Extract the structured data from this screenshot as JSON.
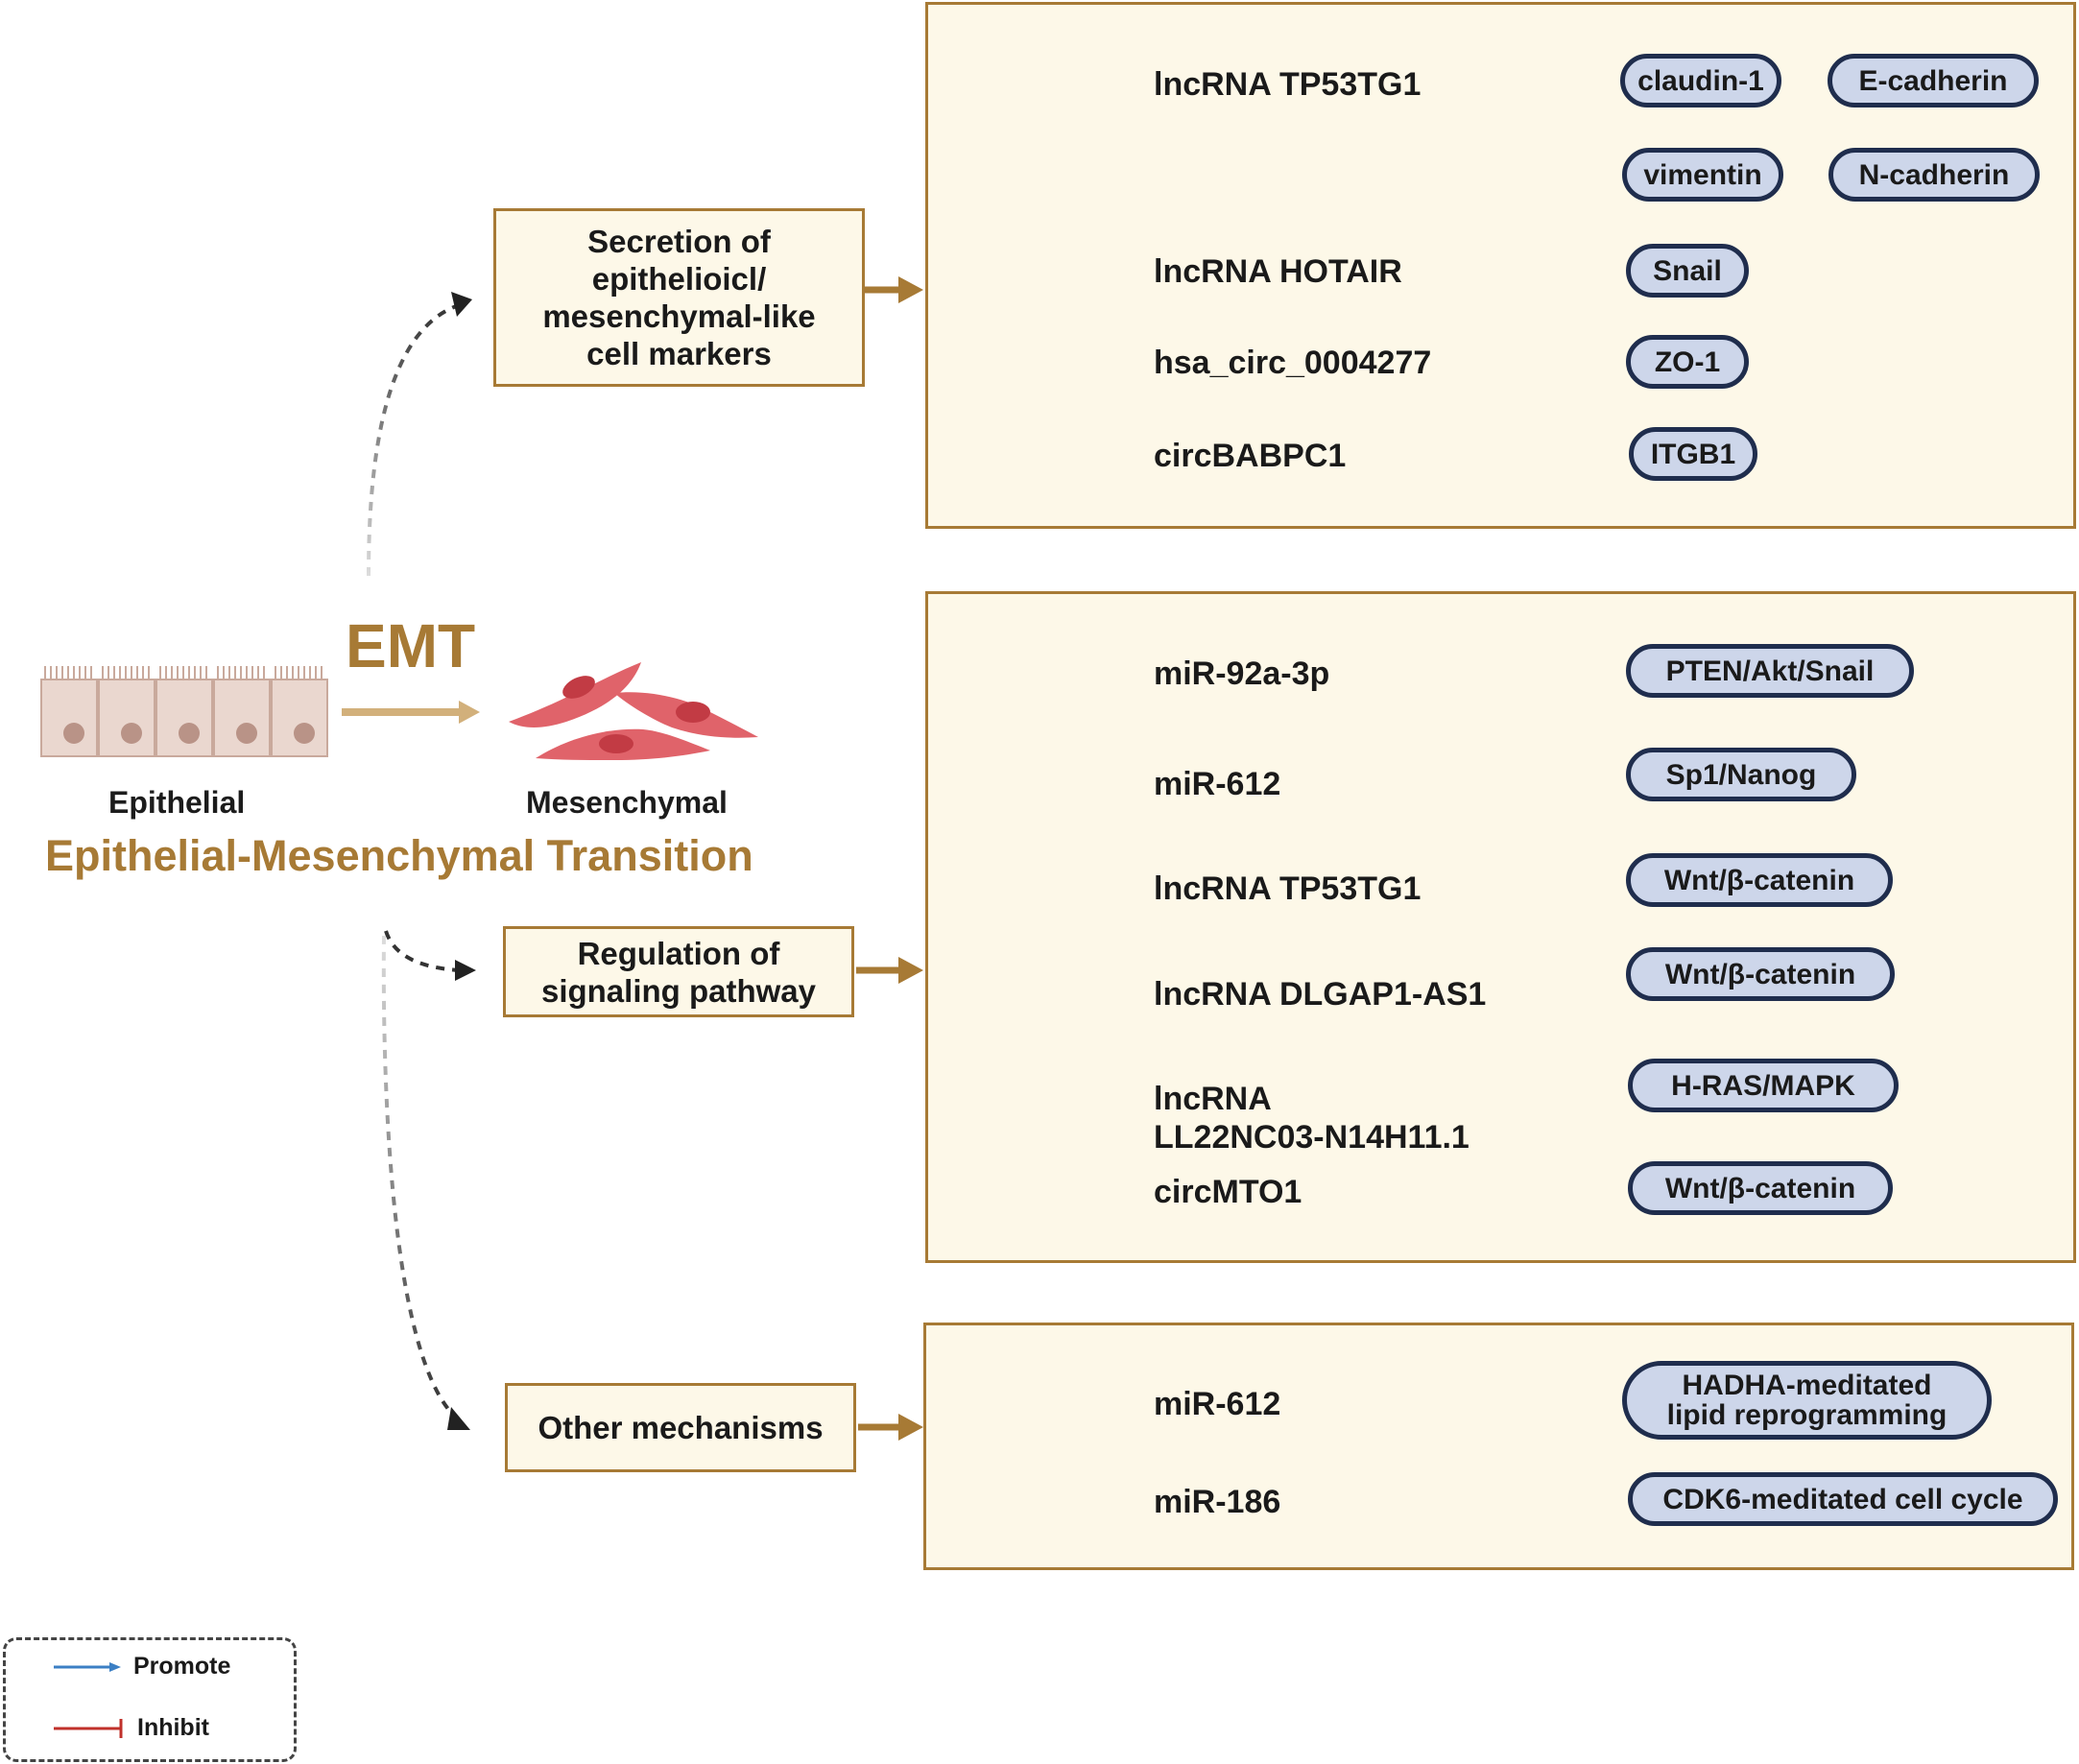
{
  "process": {
    "abbrev": "EMT",
    "epithelial_label": "Epithelial",
    "mesenchymal_label": "Mesenchymal",
    "full_name": "Epithelial-Mesenchymal Transition"
  },
  "categories": [
    {
      "label": "Secretion of\nepithelioicl/\nmesenchymal-like\ncell markers"
    },
    {
      "label": "Regulation of\nsignaling pathway"
    },
    {
      "label": "Other mechanisms"
    }
  ],
  "panels": [
    {
      "rows": [
        {
          "icon": "lncrna-icon",
          "regulator": "lncRNA TP53TG1",
          "effect": "promote",
          "targets": [
            "claudin-1",
            "E-cadherin"
          ]
        },
        {
          "icon": "",
          "regulator": "",
          "effect": "inhibit",
          "targets": [
            "vimentin",
            "N-cadherin"
          ]
        },
        {
          "icon": "lncrna-icon",
          "regulator": "lncRNA HOTAIR",
          "effect": "inhibit",
          "targets": [
            "Snail"
          ]
        },
        {
          "icon": "circrna-icon",
          "regulator": "hsa_circ_0004277",
          "effect": "inhibit",
          "targets": [
            "ZO-1"
          ]
        },
        {
          "icon": "circrna-icon",
          "regulator": "circBABPC1",
          "effect": "inhibit",
          "targets": [
            "ITGB1"
          ]
        }
      ]
    },
    {
      "rows": [
        {
          "icon": "mirna-icon",
          "regulator": "miR-92a-3p",
          "effect": "inhibit",
          "targets": [
            "PTEN/Akt/Snail"
          ]
        },
        {
          "icon": "mirna-icon",
          "regulator": "miR-612",
          "effect": "inhibit",
          "targets": [
            "Sp1/Nanog"
          ]
        },
        {
          "icon": "lncrna-icon",
          "regulator": "lncRNA TP53TG1",
          "effect": "inhibit",
          "targets": [
            "Wnt/β-catenin"
          ]
        },
        {
          "icon": "lncrna-icon",
          "regulator": "lncRNA DLGAP1-AS1",
          "effect": "promote",
          "targets": [
            "Wnt/β-catenin"
          ]
        },
        {
          "icon": "lncrna-icon",
          "regulator": "lncRNA\nLL22NC03-N14H11.1",
          "effect": "inhibit",
          "targets": [
            "H-RAS/MAPK"
          ]
        },
        {
          "icon": "circrna-icon",
          "regulator": "circMTO1",
          "effect": "inhibit",
          "targets": [
            "Wnt/β-catenin"
          ]
        }
      ]
    },
    {
      "rows": [
        {
          "icon": "mirna-icon",
          "regulator": "miR-612",
          "effect": "inhibit",
          "targets": [
            "HADHA-meditated\nlipid reprogramming"
          ]
        },
        {
          "icon": "mirna-icon",
          "regulator": "miR-186",
          "effect": "inhibit",
          "targets": [
            "CDK6-meditated cell cycle"
          ]
        }
      ]
    }
  ],
  "legend": {
    "promote_label": "Promote",
    "inhibit_label": "Inhibit"
  },
  "colors": {
    "promote": "#3b7fc4",
    "inhibit": "#c0312b",
    "accent": "#a77a35",
    "pill_fill": "#cdd6ea",
    "pill_border": "#1f2d4d",
    "panel_fill": "#fdf8e8",
    "mesenchymal_cell": "#e0636a",
    "epithelial_cell": "#ead7cf",
    "mirna_icon": "#3d2660"
  }
}
